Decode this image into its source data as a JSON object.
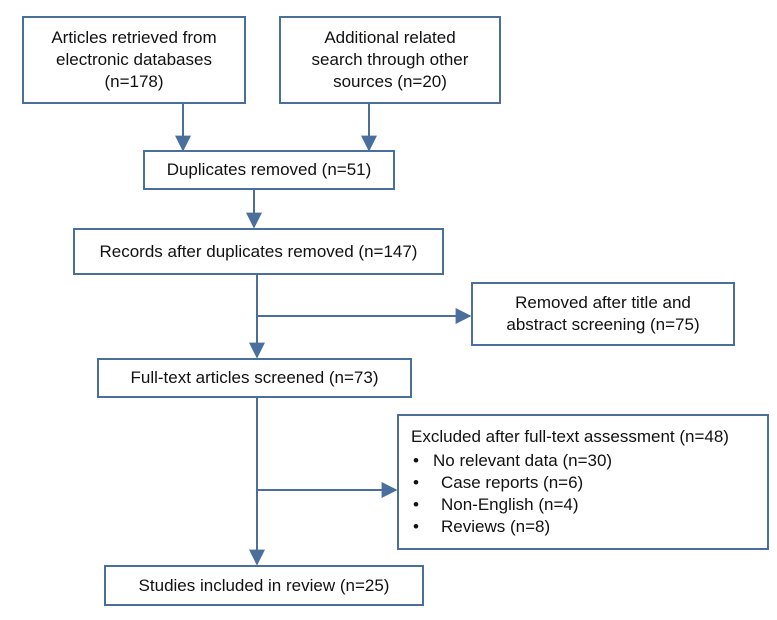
{
  "flow": {
    "databases": [
      "Articles retrieved from",
      "electronic databases",
      "(n=178)"
    ],
    "other_sources": [
      "Additional related",
      "search through other",
      "sources (n=20)"
    ],
    "duplicates_removed": "Duplicates removed (n=51)",
    "after_duplicates": "Records after duplicates removed (n=147)",
    "removed_title_abstract": [
      "Removed after title and",
      "abstract screening (n=75)"
    ],
    "fulltext_screened": "Full-text articles screened (n=73)",
    "excluded": {
      "title": "Excluded after full-text assessment (n=48)",
      "bullet": "•",
      "items": [
        "No relevant data (n=30)",
        "Case reports (n=6)",
        "Non-English (n=4)",
        "Reviews (n=8)"
      ]
    },
    "included": "Studies included in review (n=25)"
  },
  "colors": {
    "border": "#4a6f9c",
    "connector": "#4a6f9c"
  }
}
